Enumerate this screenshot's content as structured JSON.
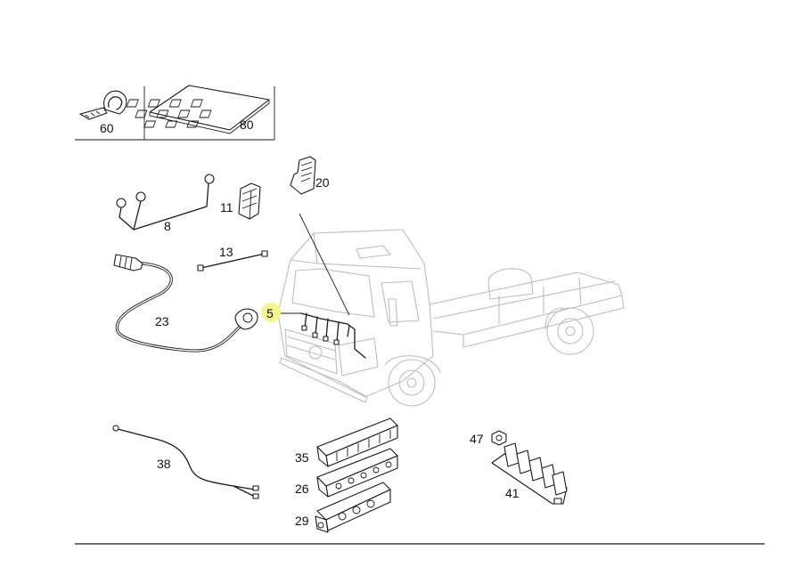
{
  "diagram": {
    "callouts": {
      "p60": "60",
      "p80": "80",
      "p20": "20",
      "p11": "11",
      "p8": "8",
      "p13": "13",
      "p23": "23",
      "p5": "5",
      "p38": "38",
      "p35": "35",
      "p26": "26",
      "p29": "29",
      "p47": "47",
      "p41": "41"
    },
    "highlight_color": "#f4f78a",
    "ink_color": "#1a1a1a",
    "ghost_color": "#bdbdbd"
  }
}
